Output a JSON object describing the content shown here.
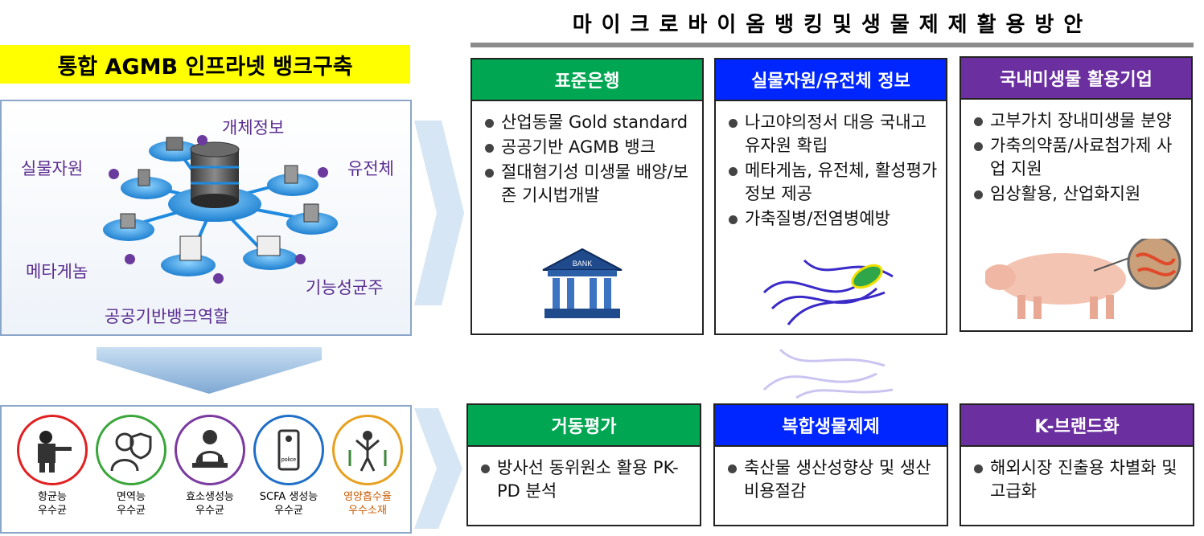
{
  "left": {
    "title": "통합 AGMB 인프라넷 뱅크구축",
    "labels": {
      "individual_info": "개체정보",
      "physical_resource": "실물자원",
      "genome": "유전체",
      "metagenome": "메타게놈",
      "functional_strain": "기능성균주",
      "public_bank_role": "공공기반뱅크역할"
    }
  },
  "right_title": "마이크로바이옴뱅킹및생물제제활용방안",
  "cards": {
    "standard_bank": {
      "head": "표준은행",
      "items": [
        "산업동물 Gold standard",
        "공공기반 AGMB 뱅크",
        "절대혐기성 미생물 배양/보존 기시법개발"
      ],
      "icon_text": "BANK"
    },
    "physical_info": {
      "head": "실물자원/유전체 정보",
      "items": [
        "나고야의정서 대응 국내고유자원 확립",
        "메타게놈, 유전체, 활성평가 정보 제공",
        "가축질병/전염병예방"
      ]
    },
    "domestic_companies": {
      "head": "국내미생물 활용기업",
      "items": [
        "고부가치 장내미생물 분양",
        "가축의약품/사료첨가제 사업 지원",
        "임상활용, 산업화지원"
      ]
    },
    "behavior_eval": {
      "head": "거동평가",
      "items": [
        "방사선 동위원소 활용 PK-PD 분석"
      ]
    },
    "complex_bio": {
      "head": "복합생물제제",
      "items": [
        "축산물 생산성향상 및 생산비용절감"
      ]
    },
    "k_brand": {
      "head": "K-브랜드화",
      "items": [
        "해외시장 진출용 차별화 및 고급화"
      ]
    }
  },
  "awards": [
    {
      "line1": "항균능",
      "line2": "우수균",
      "color": "#e02020"
    },
    {
      "line1": "면역능",
      "line2": "우수균",
      "color": "#3aa63a"
    },
    {
      "line1": "효소생성능",
      "line2": "우수균",
      "color": "#7a3aa0"
    },
    {
      "line1": "SCFA 생성능",
      "line2": "우수균",
      "color": "#1f6fc8"
    },
    {
      "line1": "영양흡수율",
      "line2": "우수소재",
      "color": "#e8a020"
    }
  ],
  "police_text": "police"
}
